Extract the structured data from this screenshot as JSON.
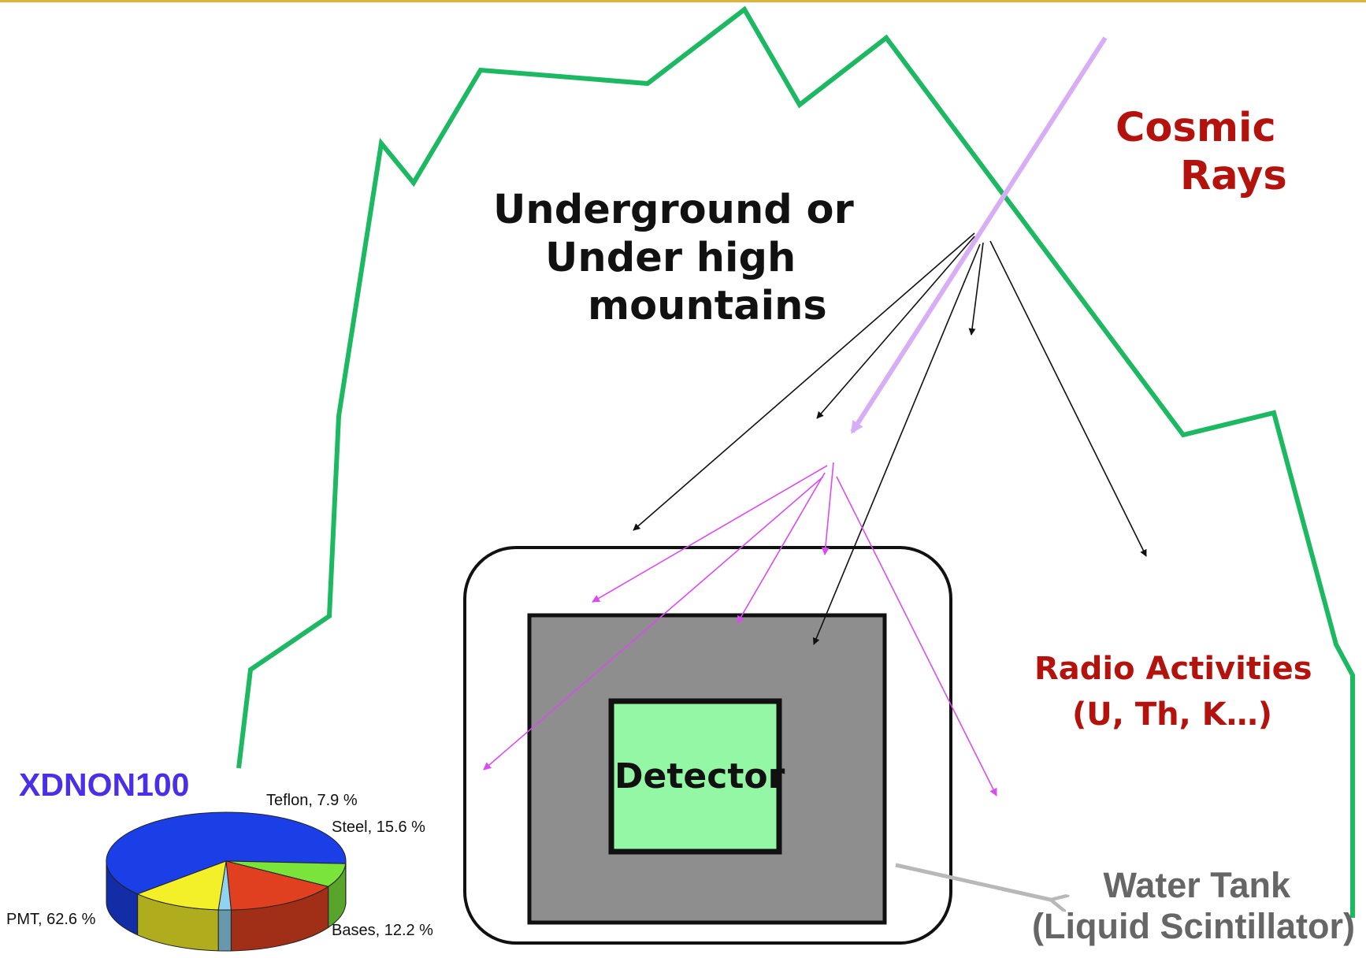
{
  "labels": {
    "mountain_line1": "Underground or",
    "mountain_line2": "Under high",
    "mountain_line3": "mountains",
    "cosmic_line1": "Cosmic",
    "cosmic_line2": "Rays",
    "radio_line1": "Radio Activities",
    "radio_line2": "(U, Th, K…)",
    "detector": "Detector",
    "water_tank_line1": "Water Tank",
    "water_tank_line2": "(Liquid Scintillator)"
  },
  "pie": {
    "title": "XDNON100",
    "slices": [
      {
        "label": "PMT, 62.6 %",
        "name": "PMT",
        "value": 62.6,
        "color": "#1a3fe6"
      },
      {
        "label": "Teflon, 7.9 %",
        "name": "Teflon",
        "value": 7.9,
        "color": "#7be43a"
      },
      {
        "label": "Steel, 15.6 %",
        "name": "Steel",
        "value": 15.6,
        "color": "#e0401f"
      },
      {
        "label": "",
        "name": "other",
        "value": 1.7,
        "color": "#8fd3f0"
      },
      {
        "label": "Bases, 12.2 %",
        "name": "Bases",
        "value": 12.2,
        "color": "#f3f02a"
      }
    ]
  },
  "colors": {
    "mountain": "#1db862",
    "cosmic_ray": "#d7aef5",
    "muon_arrows": "#111111",
    "secondary_arrows": "#d94cf0",
    "water_tank_fill": "#8e8e8e",
    "detector_fill": "#94f7a6",
    "title_blue": "#4a2fe8",
    "red_text": "#b3120d"
  }
}
